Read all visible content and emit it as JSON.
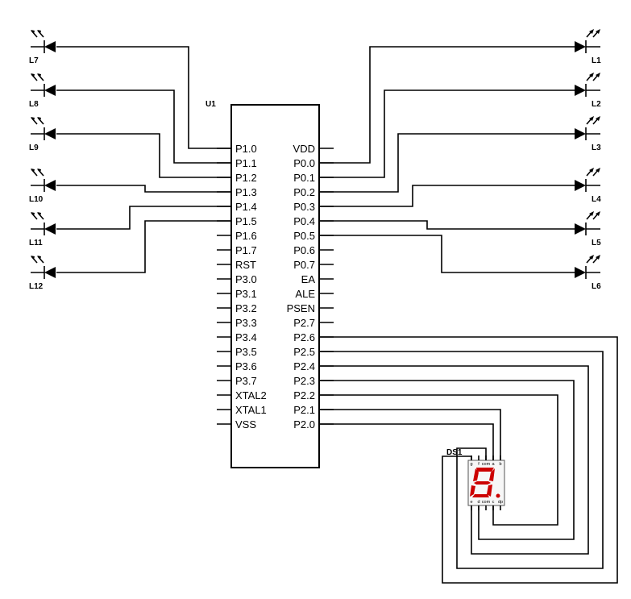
{
  "chip": {
    "ref": "U1",
    "left_pins": [
      "P1.0",
      "P1.1",
      "P1.2",
      "P1.3",
      "P1.4",
      "P1.5",
      "P1.6",
      "P1.7",
      "RST",
      "P3.0",
      "P3.1",
      "P3.2",
      "P3.3",
      "P3.4",
      "P3.5",
      "P3.6",
      "P3.7",
      "XTAL2",
      "XTAL1",
      "VSS"
    ],
    "right_pins": [
      "VDD",
      "P0.0",
      "P0.1",
      "P0.2",
      "P0.3",
      "P0.4",
      "P0.5",
      "P0.6",
      "P0.7",
      "EA",
      "ALE",
      "PSEN",
      "P2.7",
      "P2.6",
      "P2.5",
      "P2.4",
      "P2.3",
      "P2.2",
      "P2.1",
      "P2.0"
    ]
  },
  "leds_left": [
    "L7",
    "L8",
    "L9",
    "L10",
    "L11",
    "L12"
  ],
  "leds_right": [
    "L1",
    "L2",
    "L3",
    "L4",
    "L5",
    "L6"
  ],
  "display": {
    "ref": "DS1",
    "top_pins": [
      "g",
      "f",
      "com",
      "a",
      "b"
    ],
    "bottom_pins": [
      "e",
      "d",
      "com",
      "c",
      "dp"
    ],
    "segment_color": "#cc0000"
  }
}
